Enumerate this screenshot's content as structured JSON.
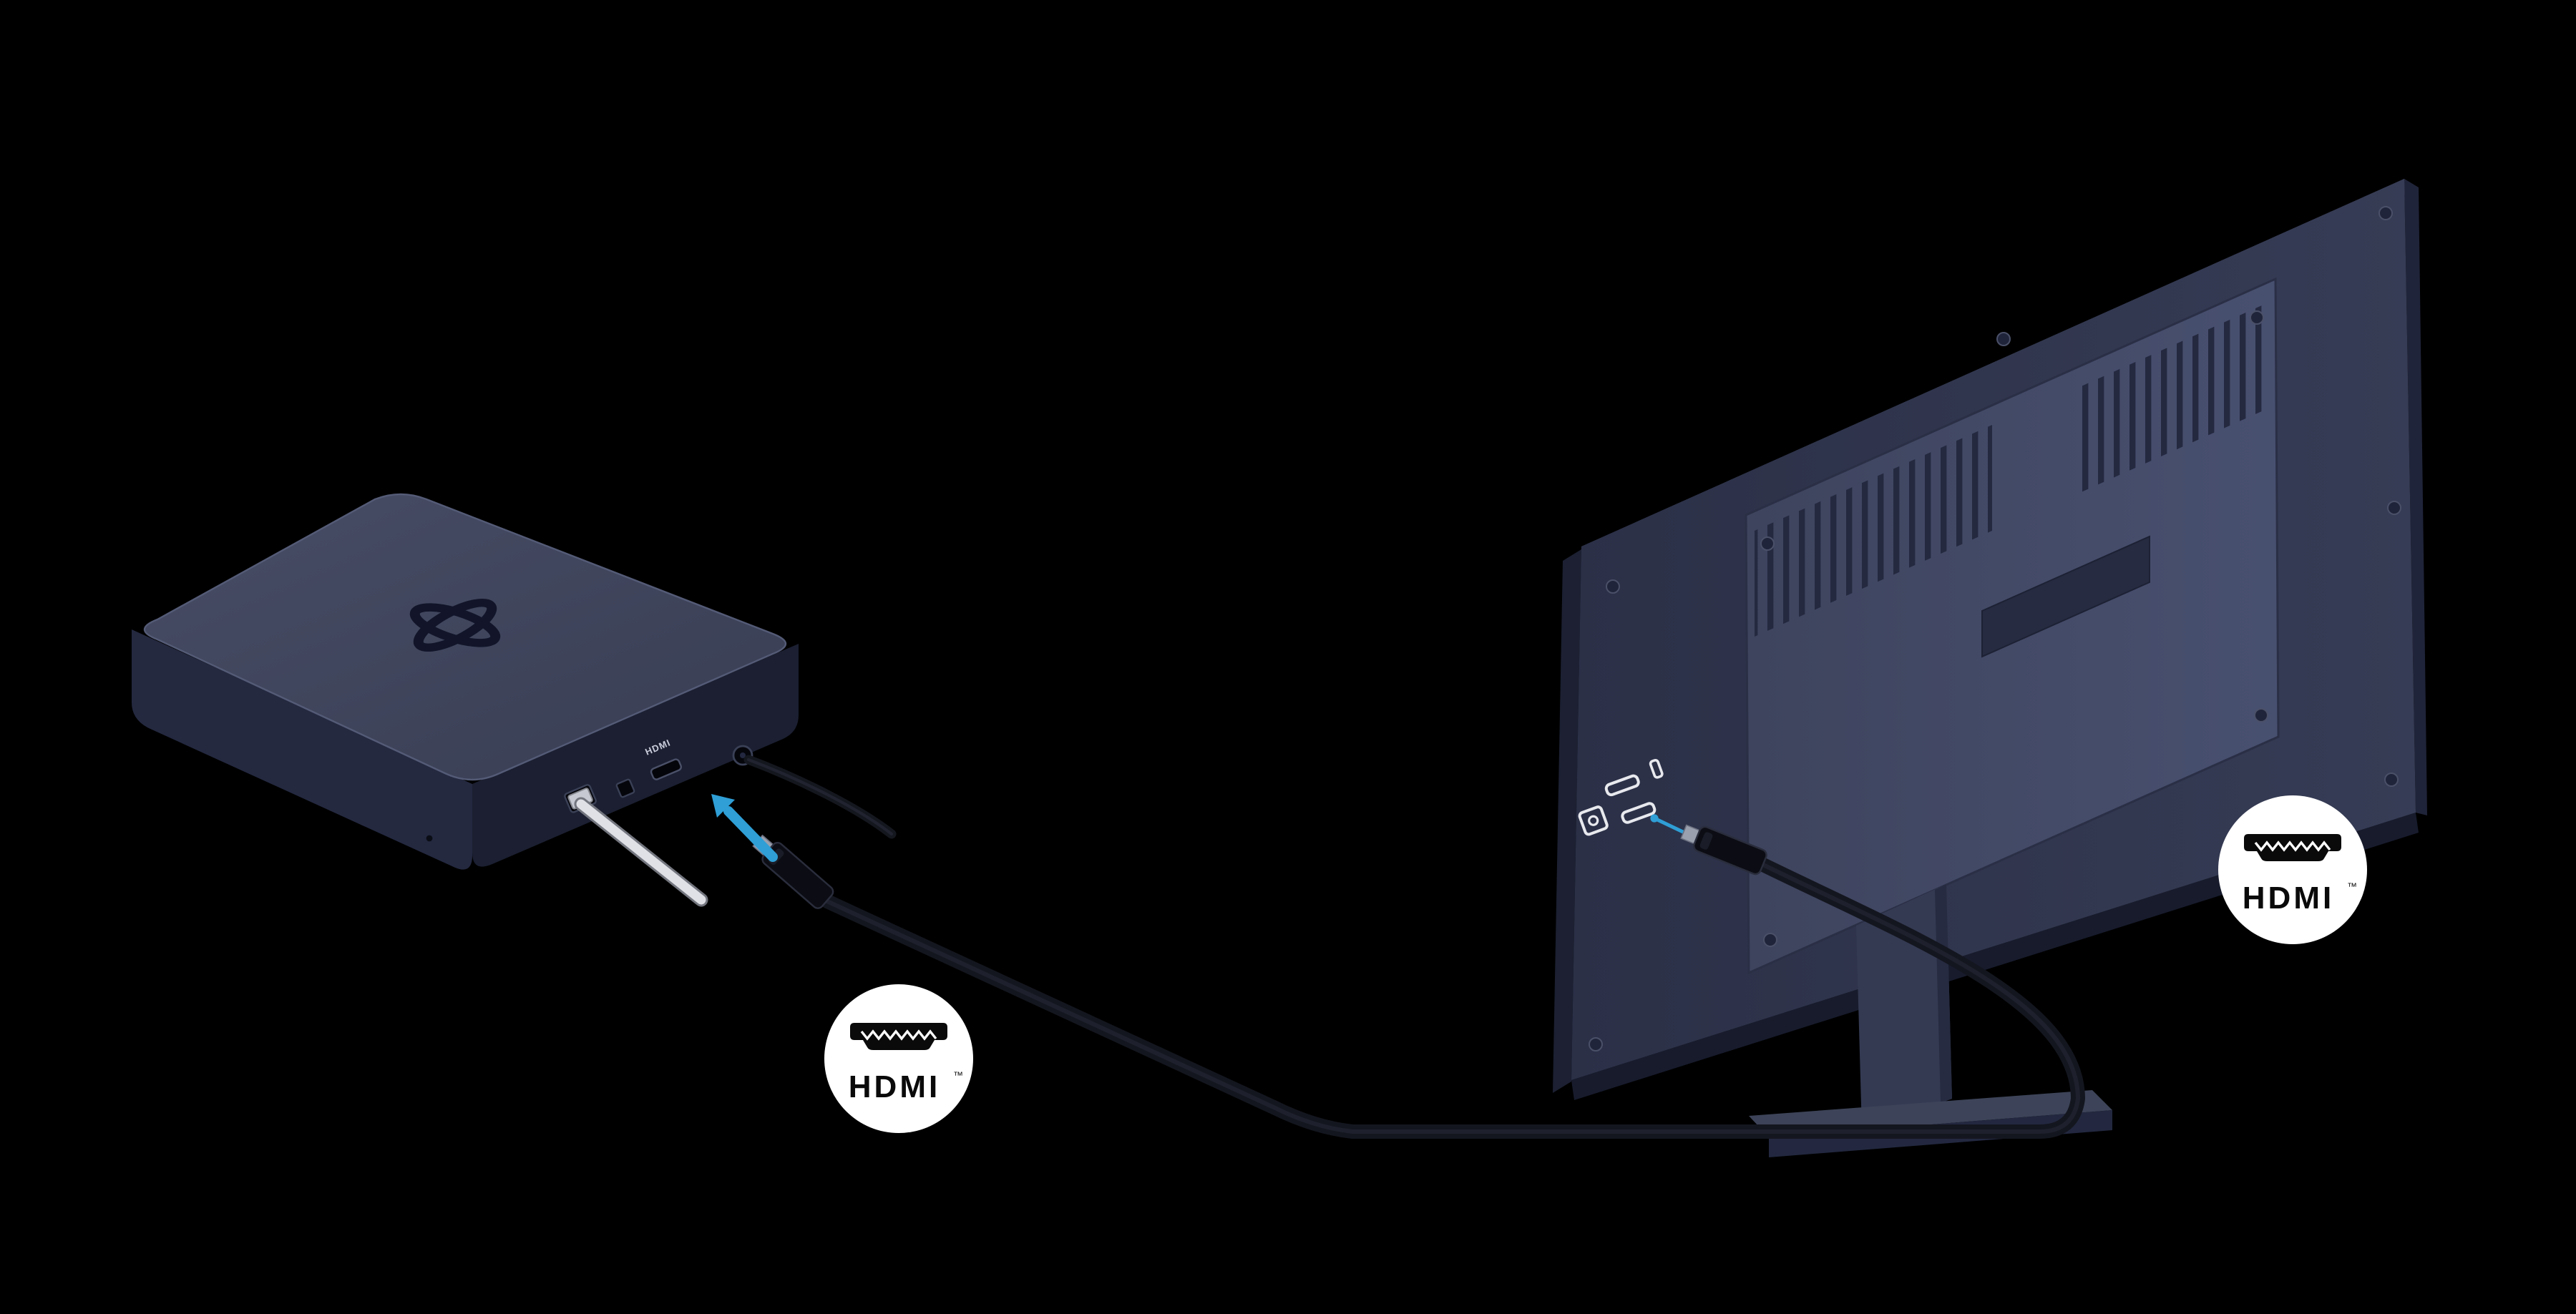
{
  "diagram": {
    "background_color": "#000000",
    "accent_blue": "#2f9fd6",
    "cable_color": "#14161f",
    "badge_left": {
      "label": "HDMI",
      "trademark": "™"
    },
    "badge_right": {
      "label": "HDMI",
      "trademark": "™"
    },
    "settop_box": {
      "hdmi_port_label": "HDMI",
      "top_color": "#3e4459",
      "side_color": "#20243a"
    },
    "tv": {
      "back_color": "#2c3147",
      "panel_color": "#3f455e"
    }
  }
}
